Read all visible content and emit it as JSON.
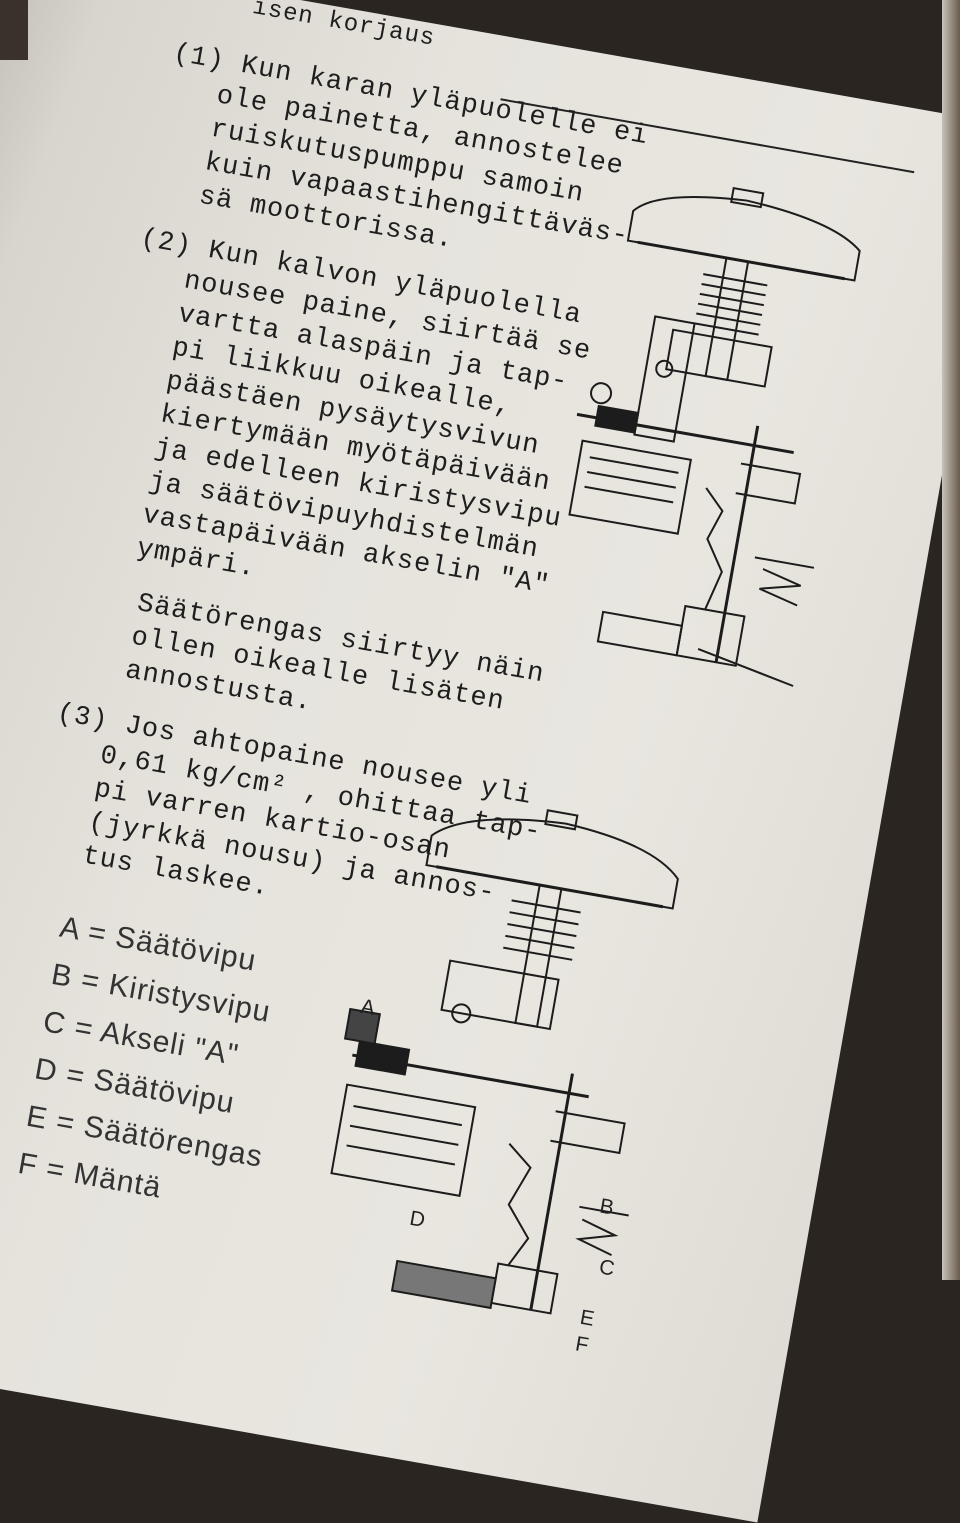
{
  "heading_fragment": "isen korjaus",
  "paragraphs": [
    [
      "(1) Kun karan yläpuolelle ei",
      "ole painetta, annostelee",
      "ruiskutuspumppu samoin",
      "kuin vapaastihengittäväs-",
      "sä moottorissa."
    ],
    [
      "(2) Kun kalvon yläpuolella",
      "nousee paine, siirtää se",
      "vartta alaspäin ja tap-",
      "pi liikkuu oikealle,",
      "päästäen pysäytysvivun",
      "kiertymään myötäpäivään",
      "ja edelleen kiristysvipu",
      "ja säätövipuyhdistelmän",
      "vastapäivään akselin \"A\"",
      "ympäri."
    ],
    [
      "Säätörengas siirtyy näin",
      "ollen oikealle lisäten",
      "annostusta."
    ],
    [
      "(3) Jos ahtopaine nousee yli",
      "0,61 kg/cm² , ohittaa tap-",
      "pi varren kartio-osan",
      "(jyrkkä nousu) ja annos-",
      "tus laskee."
    ]
  ],
  "legend": [
    "A = Säätövipu",
    "B = Kiristysvipu",
    "C = Akseli \"A\"",
    "D = Säätövipu",
    "E = Säätörengas",
    "F = Mäntä"
  ],
  "figure_labels": {
    "a": "A",
    "b": "B",
    "c": "C",
    "d": "D",
    "e": "E",
    "f": "F"
  }
}
